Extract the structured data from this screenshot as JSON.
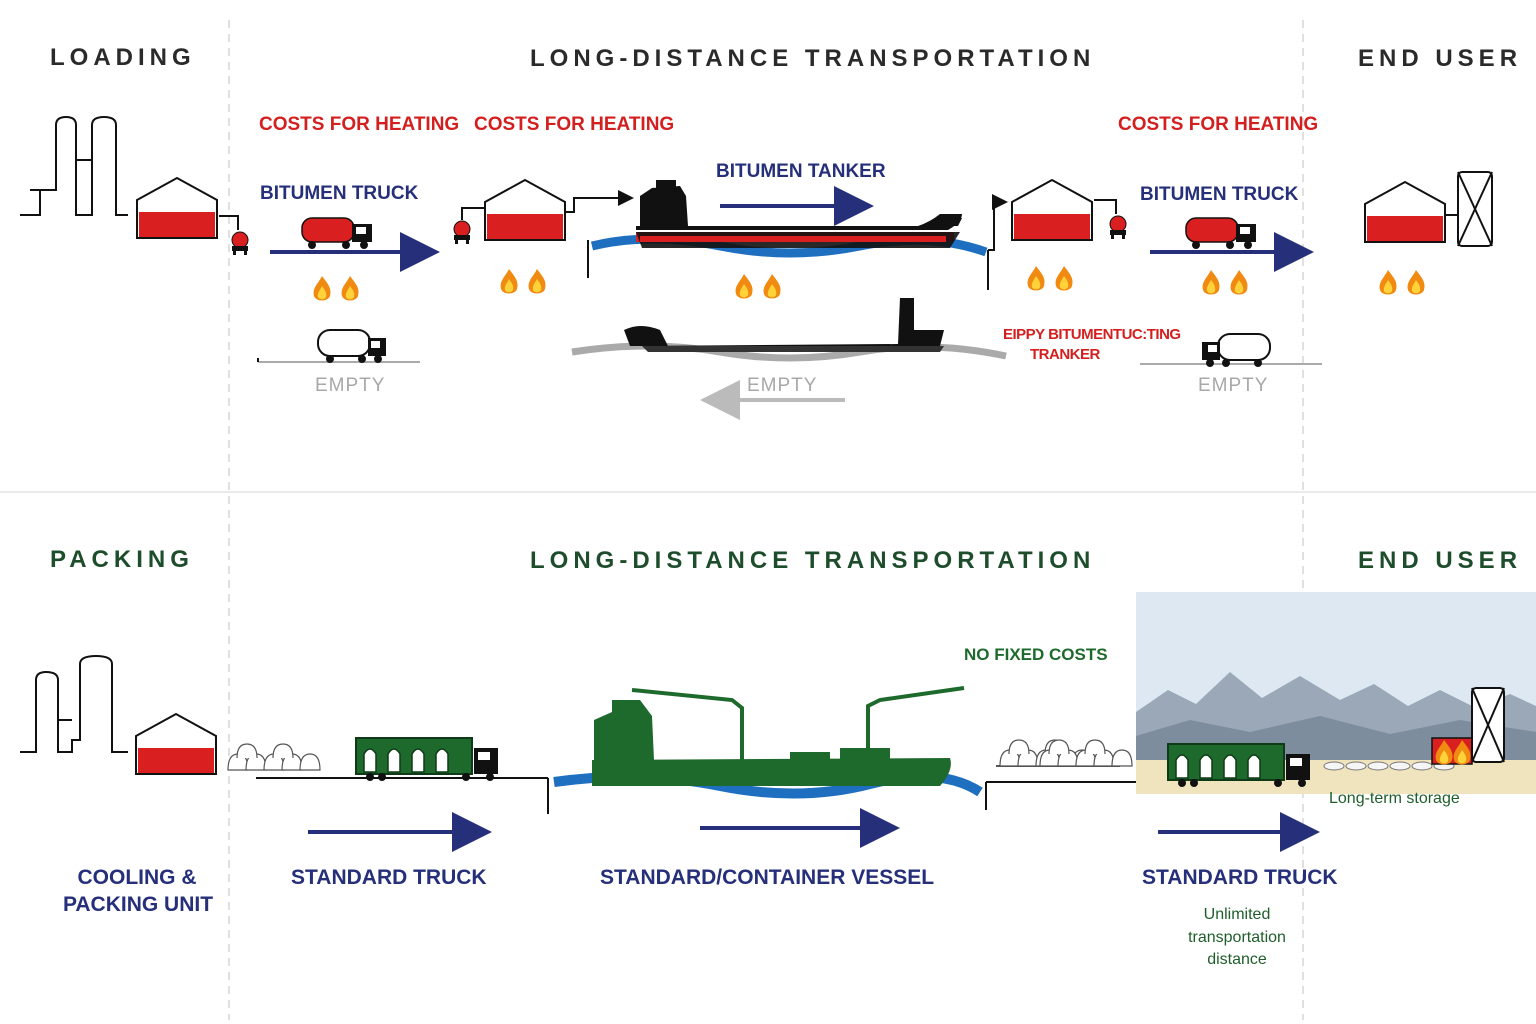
{
  "top_section": {
    "headers": {
      "loading": "LOADING",
      "transport": "LONG-DISTANCE TRANSPORTATION",
      "end_user": "END USER"
    },
    "heating_costs": [
      "COSTS FOR HEATING",
      "COSTS FOR HEATING",
      "COSTS FOR HEATING"
    ],
    "truck_left": "BITUMEN TRUCK",
    "tanker": "BITUMEN TANKER",
    "truck_right": "BITUMEN TRUCK",
    "empty_left": "EMPTY",
    "empty_middle": "EMPTY",
    "empty_right": "EMPTY",
    "empty_tanker_label_line1": "EIPPY BITUMENTUC:TING",
    "empty_tanker_label_line2": "TRANKER"
  },
  "bottom_section": {
    "headers": {
      "packing": "PACKING",
      "transport": "LONG-DISTANCE TRANSPORTATION",
      "end_user": "END USER"
    },
    "packing_unit_line1": "COOLING &",
    "packing_unit_line2": "PACKING UNIT",
    "truck_left": "STANDARD TRUCK",
    "vessel": "STANDARD/CONTAINER VESSEL",
    "truck_right": "STANDARD TRUCK",
    "no_fixed_costs": "NO FIXED COSTS",
    "long_term_storage": "Long-term storage",
    "unlimited_line1": "Unlimited",
    "unlimited_line2": "transportation",
    "unlimited_line3": "distance"
  },
  "colors": {
    "heating_red": "#d41f1f",
    "navy": "#262f7a",
    "green": "#1e6a2c",
    "water_blue": "#1f6fc0",
    "empty_grey": "#a8a8a8"
  },
  "icons": [
    "refinery-icon",
    "storage-tank-icon",
    "pump-icon",
    "tanker-truck-icon",
    "flame-icon",
    "tanker-ship-icon",
    "container-truck-icon",
    "container-vessel-icon",
    "bag-stack-icon",
    "heater-unit-icon"
  ]
}
